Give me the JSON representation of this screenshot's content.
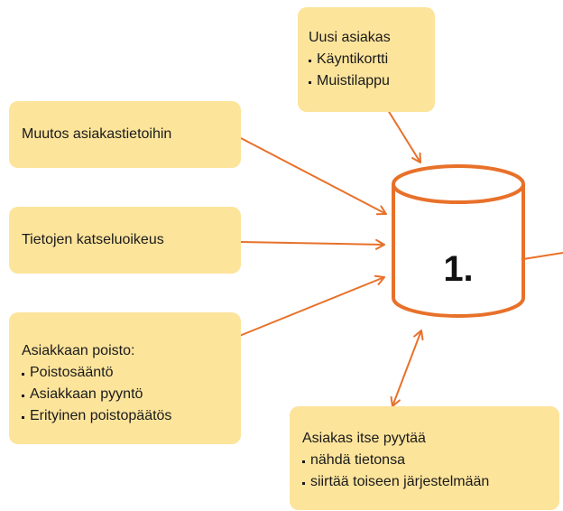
{
  "colors": {
    "box_fill": "#fde49b",
    "arrow": "#e8712a",
    "database_stroke": "#e8712a",
    "text": "#1a1a1a"
  },
  "database": {
    "label": "1."
  },
  "boxes": {
    "new_customer": {
      "title": "Uusi asiakas",
      "items": [
        "Käyntikortti",
        "Muistilappu"
      ]
    },
    "change": {
      "title": "Muutos asiakastietoihin"
    },
    "view": {
      "title": "Tietojen katseluoikeus"
    },
    "delete": {
      "title": "Asiakkaan poisto:",
      "items": [
        "Poistosääntö",
        "Asiakkaan pyyntö",
        "Erityinen poistopäätös"
      ]
    },
    "request": {
      "title": "Asiakas itse pyytää",
      "items": [
        "nähdä tietonsa",
        "siirtää toiseen järjestelmään"
      ]
    }
  }
}
